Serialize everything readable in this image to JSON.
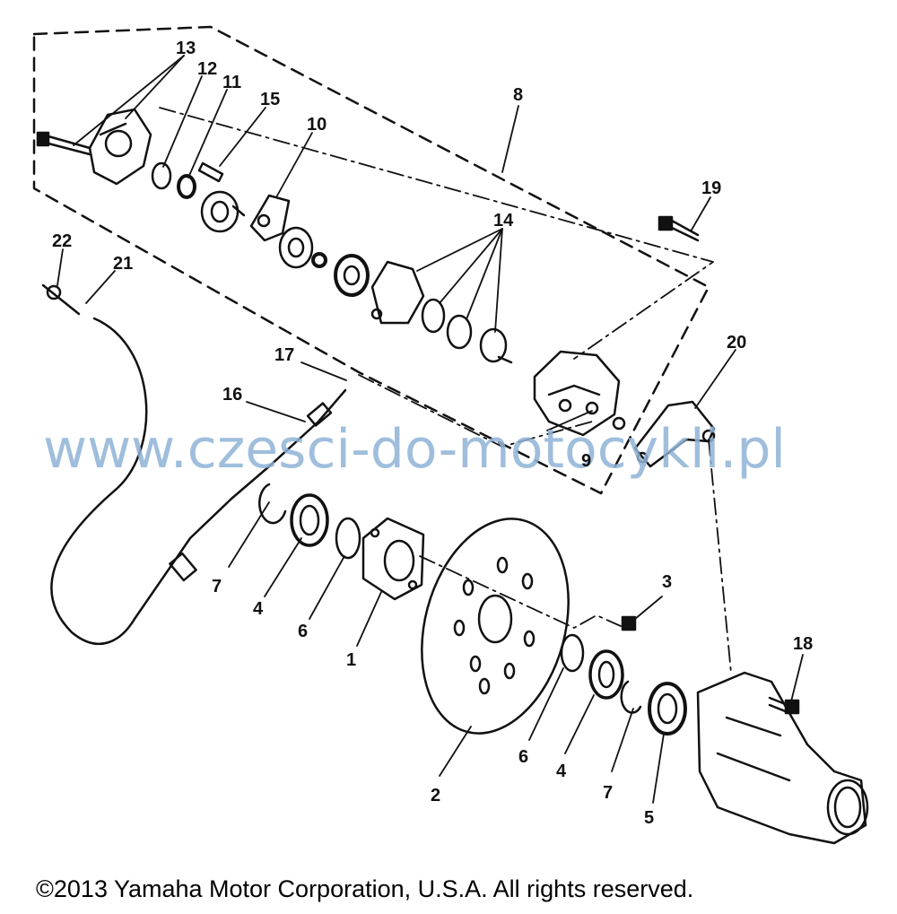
{
  "diagram": {
    "parts": [
      {
        "id": "1",
        "label": "1"
      },
      {
        "id": "2",
        "label": "2"
      },
      {
        "id": "3",
        "label": "3"
      },
      {
        "id": "4a",
        "label": "4"
      },
      {
        "id": "4b",
        "label": "4"
      },
      {
        "id": "5",
        "label": "5"
      },
      {
        "id": "6a",
        "label": "6"
      },
      {
        "id": "6b",
        "label": "6"
      },
      {
        "id": "7a",
        "label": "7"
      },
      {
        "id": "7b",
        "label": "7"
      },
      {
        "id": "8",
        "label": "8"
      },
      {
        "id": "9",
        "label": "9"
      },
      {
        "id": "10",
        "label": "10"
      },
      {
        "id": "11",
        "label": "11"
      },
      {
        "id": "12",
        "label": "12"
      },
      {
        "id": "13",
        "label": "13"
      },
      {
        "id": "14",
        "label": "14"
      },
      {
        "id": "15",
        "label": "15"
      },
      {
        "id": "16",
        "label": "16"
      },
      {
        "id": "17",
        "label": "17"
      },
      {
        "id": "18",
        "label": "18"
      },
      {
        "id": "19",
        "label": "19"
      },
      {
        "id": "20",
        "label": "20"
      },
      {
        "id": "21",
        "label": "21"
      },
      {
        "id": "22",
        "label": "22"
      }
    ]
  },
  "watermark": "www.czesci-do-motocykli.pl",
  "copyright": "©2013 Yamaha Motor Corporation, U.S.A. All rights reserved."
}
